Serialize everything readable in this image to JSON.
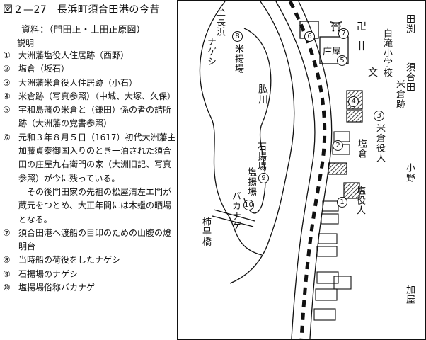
{
  "title": "図２—27　長浜町須合田港の今昔",
  "source": "資料：（門田正・上田正原図）",
  "explanation_header": "説明",
  "legend": [
    {
      "num": "①",
      "text": "大洲藩塩役人住居跡（西野）"
    },
    {
      "num": "②",
      "text": "塩倉（坂石）"
    },
    {
      "num": "③",
      "text": "大洲藩米倉役人住居跡（小石）"
    },
    {
      "num": "④",
      "text": "米倉跡（写真参照）（中城、大塚、久保）"
    },
    {
      "num": "⑤",
      "text": "宇和島藩の米倉と（鎌田）係の者の詰所跡（大洲藩の覚書参照）"
    },
    {
      "num": "⑥",
      "text": "元和３年８月５日（1617）初代大洲藩主加藤貞泰御国入りのとき一泊された須合田の庄屋九右衛門の家（大洲旧記、写真参照）が今に残っている。"
    }
  ],
  "legend_extra": "その後門田家の先祖の松屋清左エ門が蔵元をつとめ、大正年間には木蠟の晒場となる。",
  "legend2": [
    {
      "num": "⑦",
      "text": "須合田港へ渡船の目印のための山腹の燈明台"
    },
    {
      "num": "⑧",
      "text": "当時船の荷役をしたナゲシ"
    },
    {
      "num": "⑨",
      "text": "石揚場のナゲシ"
    },
    {
      "num": "⑩",
      "text": "塩揚場俗称バカナゲ"
    }
  ],
  "map": {
    "to_nagahama": "至長浜",
    "river": "肱川",
    "nageshi": "ナゲシ",
    "rice_landing": "米揚場",
    "stone_landing": "石揚場",
    "salt_landing": "塩揚場",
    "bakanage": "バカナゲ",
    "kakiuki_bridge": "柿早橋",
    "shoya": "庄屋",
    "school": "白滝小学校",
    "rice_storage_site": "米倉跡",
    "rice_officials": "米倉役人",
    "salt_storage": "塩倉",
    "salt_officials": "塩役人",
    "bunbun": "文",
    "place_tabuchi": "田渕",
    "place_sugota": "須合田",
    "place_ono": "小野",
    "place_kaya": "加屋"
  }
}
